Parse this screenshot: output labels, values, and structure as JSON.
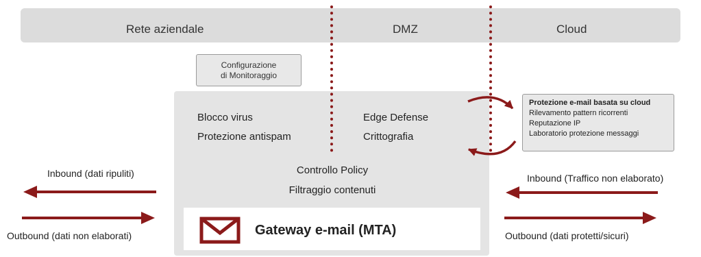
{
  "zones": {
    "internal": "Rete aziendale",
    "dmz": "DMZ",
    "cloud": "Cloud"
  },
  "config_box": {
    "line1": "Configurazione",
    "line2": "di Monitoraggio"
  },
  "features": {
    "virus": "Blocco virus",
    "antispam": "Protezione antispam",
    "edge": "Edge Defense",
    "crypto": "Crittografia",
    "policy": "Controllo Policy",
    "content": "Filtraggio contenuti"
  },
  "gateway": {
    "label": "Gateway e-mail (MTA)",
    "icon": "envelope-icon"
  },
  "cloud_box": {
    "title": "Protezione e-mail basata su cloud",
    "items": [
      "Rilevamento pattern ricorrenti",
      "Reputazione IP",
      "Laboratorio protezione messaggi"
    ]
  },
  "flows": {
    "left_inbound": "Inbound (dati ripuliti)",
    "left_outbound": "Outbound (dati non elaborati)",
    "right_inbound": "Inbound (Traffico non elaborato)",
    "right_outbound": "Outbound (dati protetti/sicuri)"
  },
  "colors": {
    "accent": "#8b1a1a",
    "zone_bar": "#dcdcdc",
    "panel": "#e4e4e4"
  }
}
